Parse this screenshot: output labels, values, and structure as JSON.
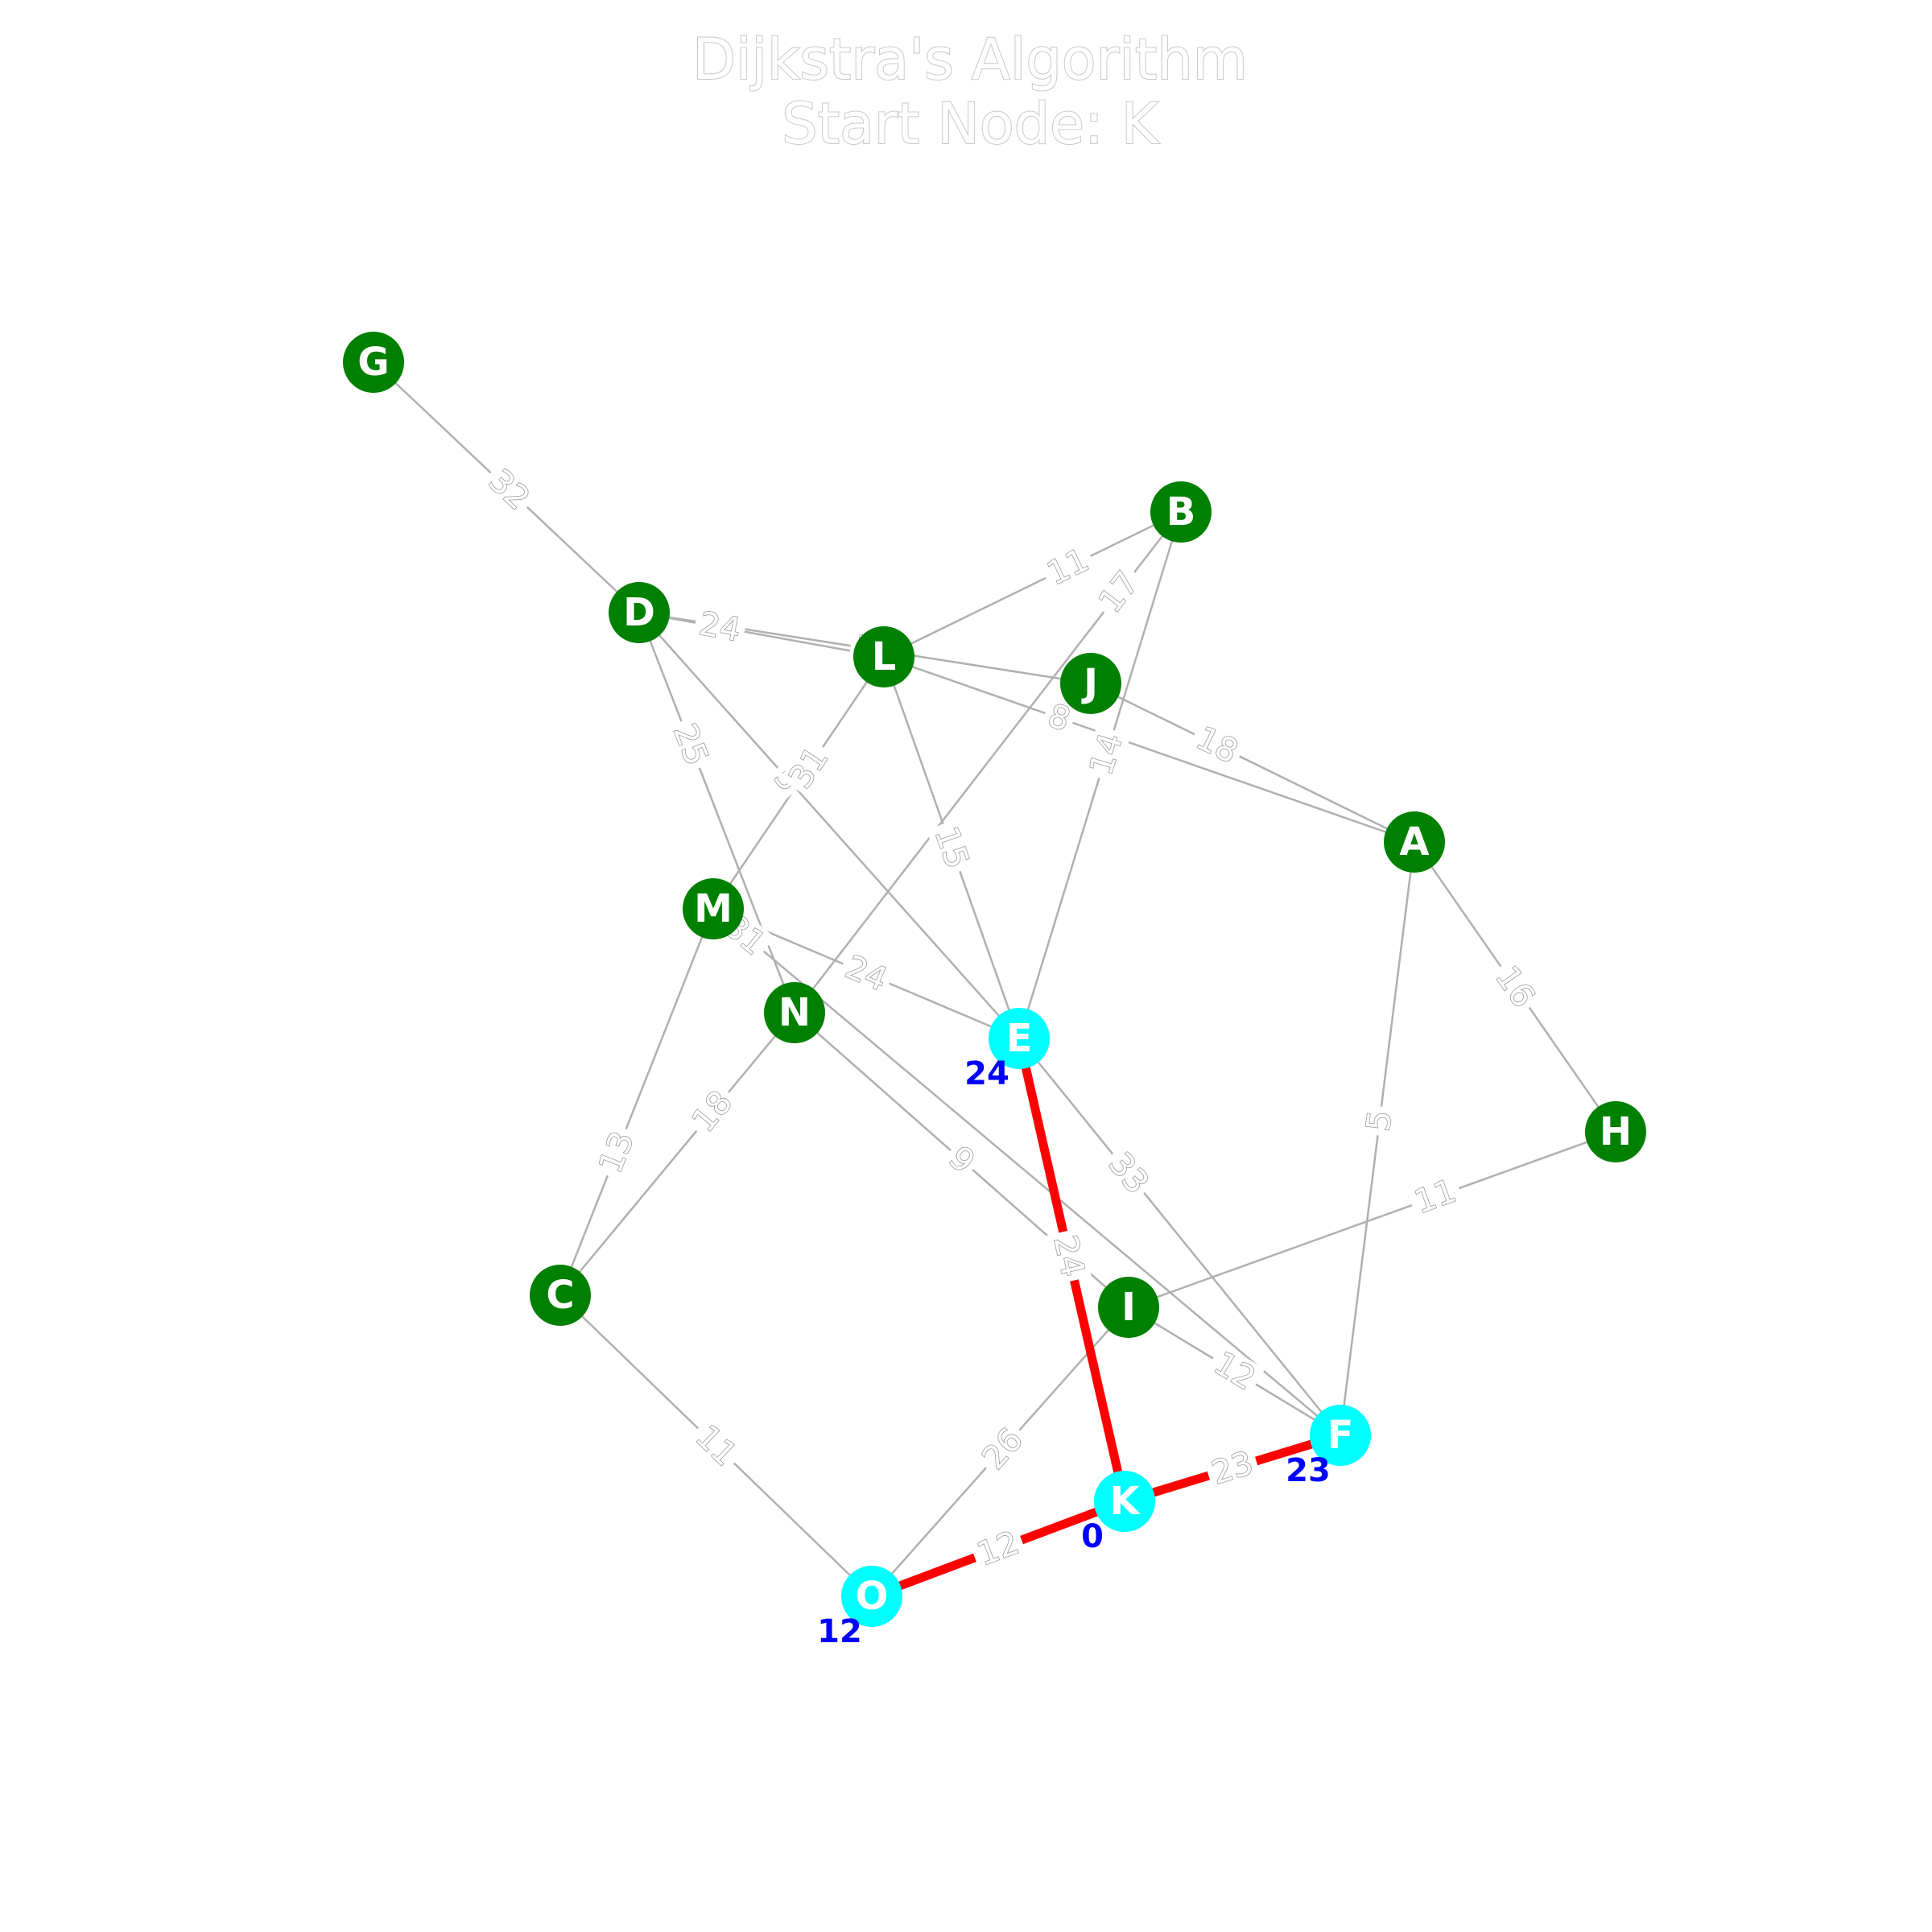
{
  "title": {
    "line1": "Dijkstra's Algorithm",
    "line2": "Start Node: K"
  },
  "colors": {
    "unvisited_node": "#008000",
    "visited_node": "#00ffff",
    "path_edge": "#ff0000",
    "edge": "#b0b0b0",
    "distance_label": "#0000ff"
  },
  "nodes": [
    {
      "id": "A",
      "state": "unvisited"
    },
    {
      "id": "B",
      "state": "unvisited"
    },
    {
      "id": "C",
      "state": "unvisited"
    },
    {
      "id": "D",
      "state": "unvisited"
    },
    {
      "id": "E",
      "state": "visited",
      "distance": "24"
    },
    {
      "id": "F",
      "state": "visited",
      "distance": "23"
    },
    {
      "id": "G",
      "state": "unvisited"
    },
    {
      "id": "H",
      "state": "unvisited"
    },
    {
      "id": "I",
      "state": "unvisited"
    },
    {
      "id": "J",
      "state": "unvisited"
    },
    {
      "id": "K",
      "state": "visited",
      "distance": "0"
    },
    {
      "id": "L",
      "state": "unvisited"
    },
    {
      "id": "M",
      "state": "unvisited"
    },
    {
      "id": "N",
      "state": "unvisited"
    },
    {
      "id": "O",
      "state": "visited",
      "distance": "12"
    }
  ],
  "edges": [
    {
      "from": "G",
      "to": "D",
      "weight": "32"
    },
    {
      "from": "D",
      "to": "L",
      "weight": "24"
    },
    {
      "from": "D",
      "to": "J",
      "weight": "1"
    },
    {
      "from": "D",
      "to": "N",
      "weight": "25"
    },
    {
      "from": "D",
      "to": "E",
      "weight": "5"
    },
    {
      "from": "B",
      "to": "L",
      "weight": "11"
    },
    {
      "from": "B",
      "to": "N",
      "weight": "17"
    },
    {
      "from": "B",
      "to": "E",
      "weight": "14"
    },
    {
      "from": "L",
      "to": "A",
      "weight": "8"
    },
    {
      "from": "L",
      "to": "M",
      "weight": "31"
    },
    {
      "from": "L",
      "to": "E",
      "weight": "15"
    },
    {
      "from": "J",
      "to": "A",
      "weight": "18"
    },
    {
      "from": "A",
      "to": "H",
      "weight": "16"
    },
    {
      "from": "A",
      "to": "F",
      "weight": "5"
    },
    {
      "from": "H",
      "to": "I",
      "weight": "11"
    },
    {
      "from": "M",
      "to": "E",
      "weight": "24"
    },
    {
      "from": "M",
      "to": "F",
      "weight": "31"
    },
    {
      "from": "M",
      "to": "C",
      "weight": "13"
    },
    {
      "from": "N",
      "to": "C",
      "weight": "18"
    },
    {
      "from": "N",
      "to": "I",
      "weight": "9"
    },
    {
      "from": "E",
      "to": "F",
      "weight": "33"
    },
    {
      "from": "E",
      "to": "K",
      "weight": "24",
      "path": true
    },
    {
      "from": "I",
      "to": "F",
      "weight": "12"
    },
    {
      "from": "I",
      "to": "O",
      "weight": "26"
    },
    {
      "from": "C",
      "to": "O",
      "weight": "11"
    },
    {
      "from": "O",
      "to": "K",
      "weight": "12",
      "path": true
    },
    {
      "from": "K",
      "to": "F",
      "weight": "23",
      "path": true
    }
  ]
}
